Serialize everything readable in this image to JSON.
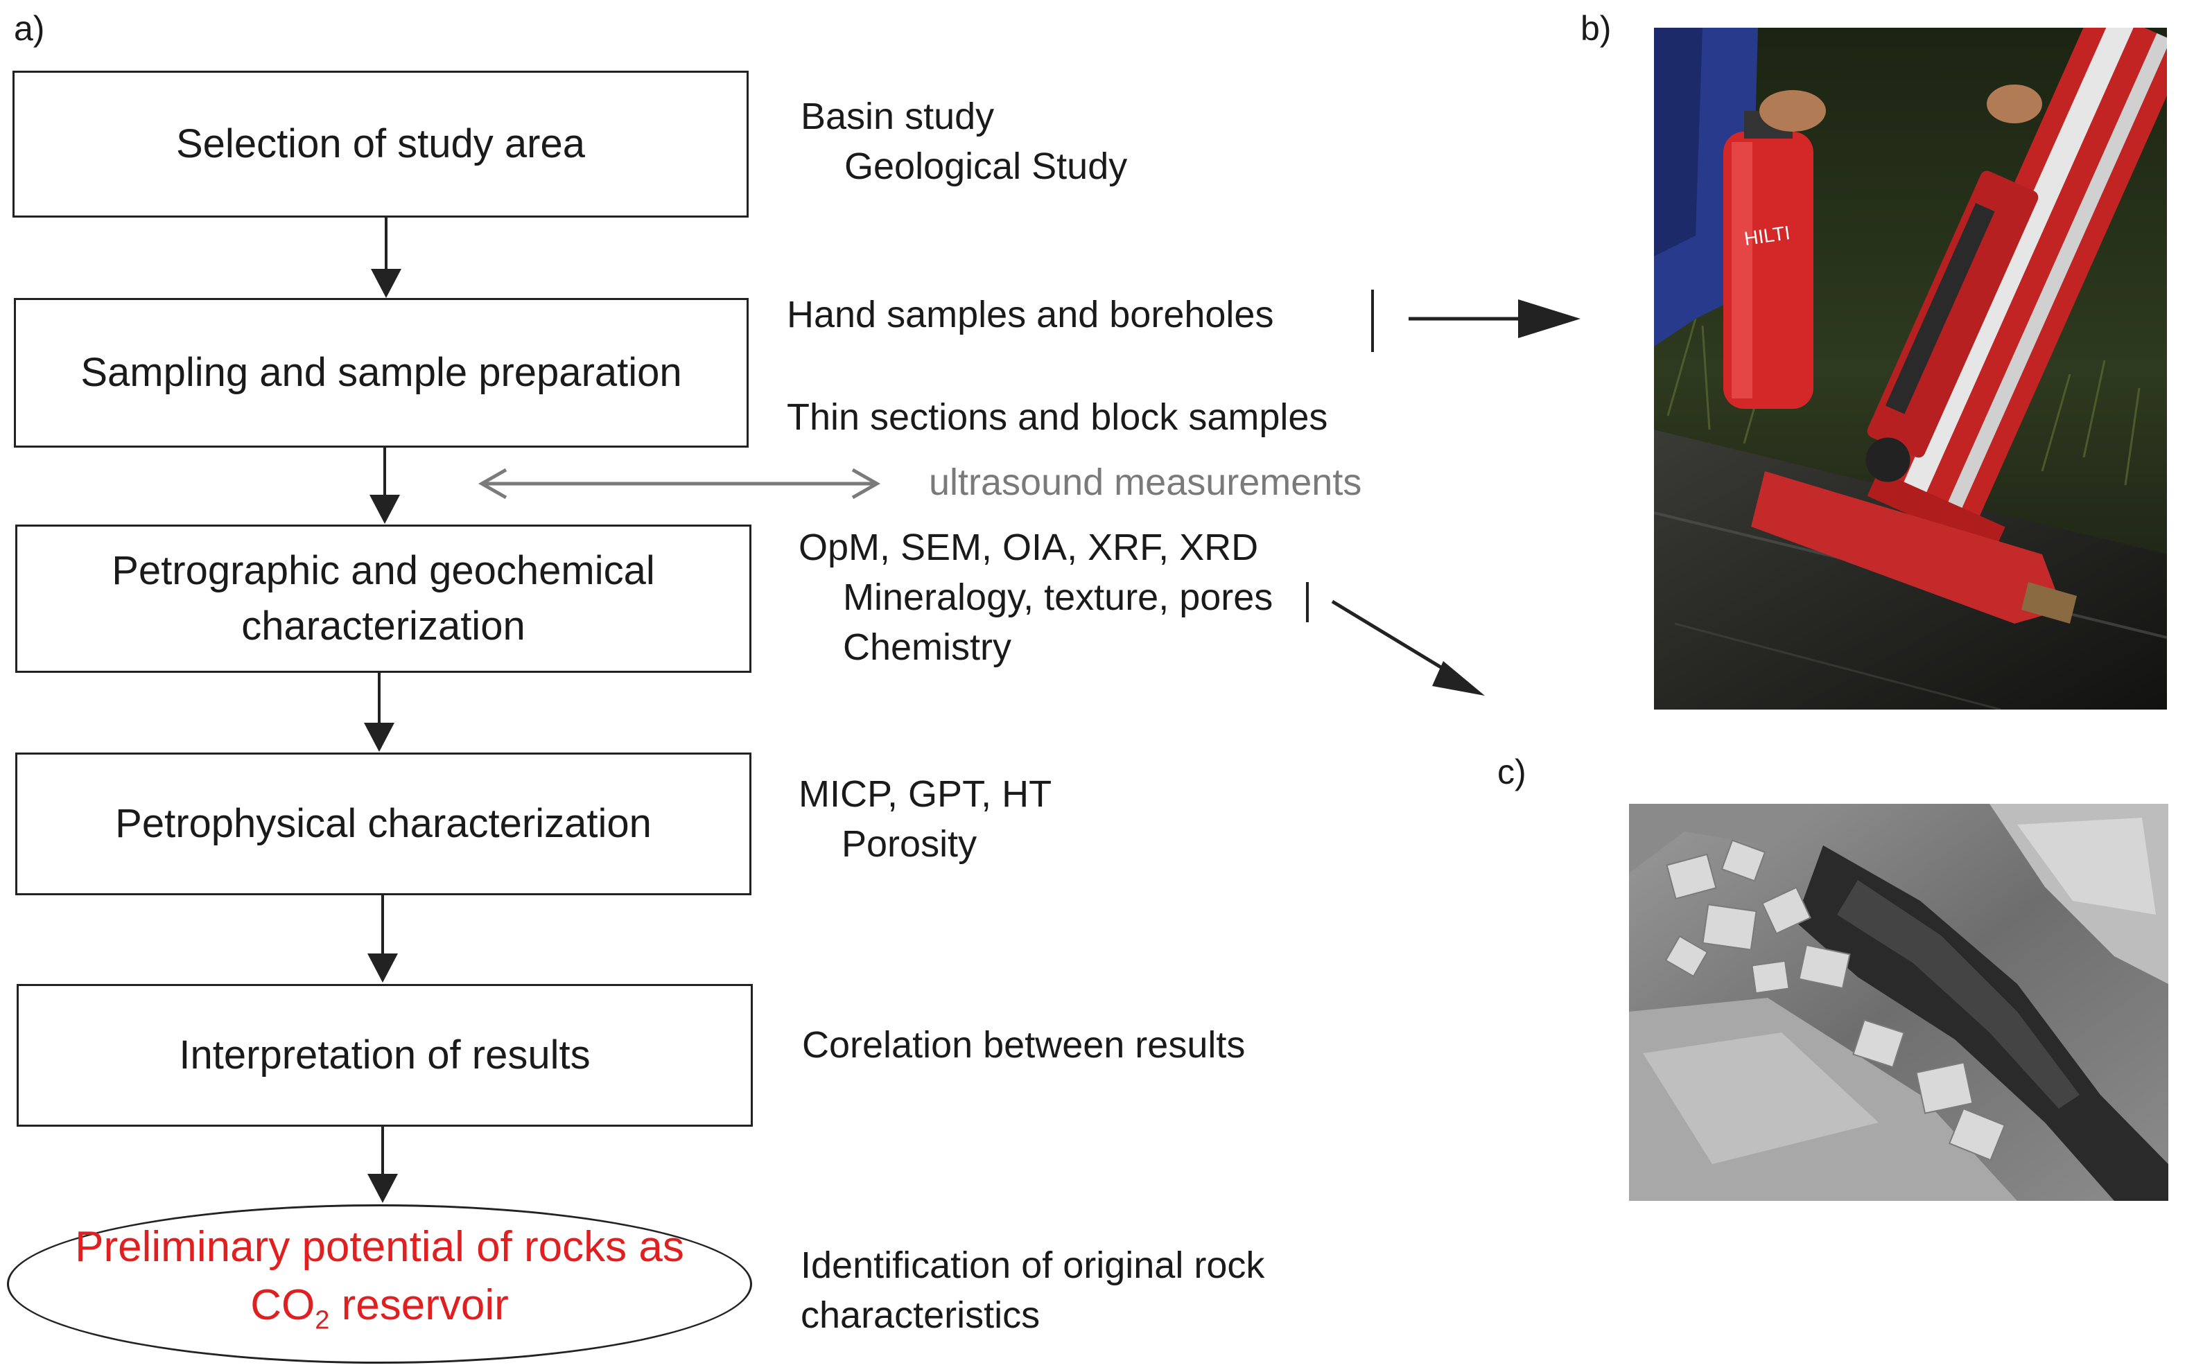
{
  "panels": {
    "a": "a)",
    "b": "b)",
    "c": "c)"
  },
  "flow": {
    "step1": "Selection of study area",
    "step2": "Sampling and sample preparation",
    "step3_line1": "Petrographic  and geochemical",
    "step3_line2": "characterization",
    "step4": "Petrophysical characterization",
    "step5": "Interpretation of results",
    "result_line1": "Preliminary potential of rocks as",
    "result_line2_pre": "CO",
    "result_line2_sub": "2",
    "result_line2_post": " reservoir"
  },
  "notes": {
    "s1_line1": "Basin study",
    "s1_line2": "Geological Study",
    "s2_line1": "Hand samples and boreholes",
    "s2_line2": "Thin sections and block samples",
    "ultrasound": "ultrasound measurements",
    "s3_line1": "OpM, SEM, OIA, XRF, XRD",
    "s3_line2": "Mineralogy, texture, pores",
    "s3_line3": "Chemistry",
    "s4_line1": "MICP, GPT, HT",
    "s4_line2": "Porosity",
    "s5_line1": "Corelation between results",
    "s6_line1": "Identification of original rock",
    "s6_line2": "characteristics"
  },
  "colors": {
    "result_text": "#e02020",
    "ultrasound_text": "#7a7a7a",
    "line": "#222222"
  }
}
